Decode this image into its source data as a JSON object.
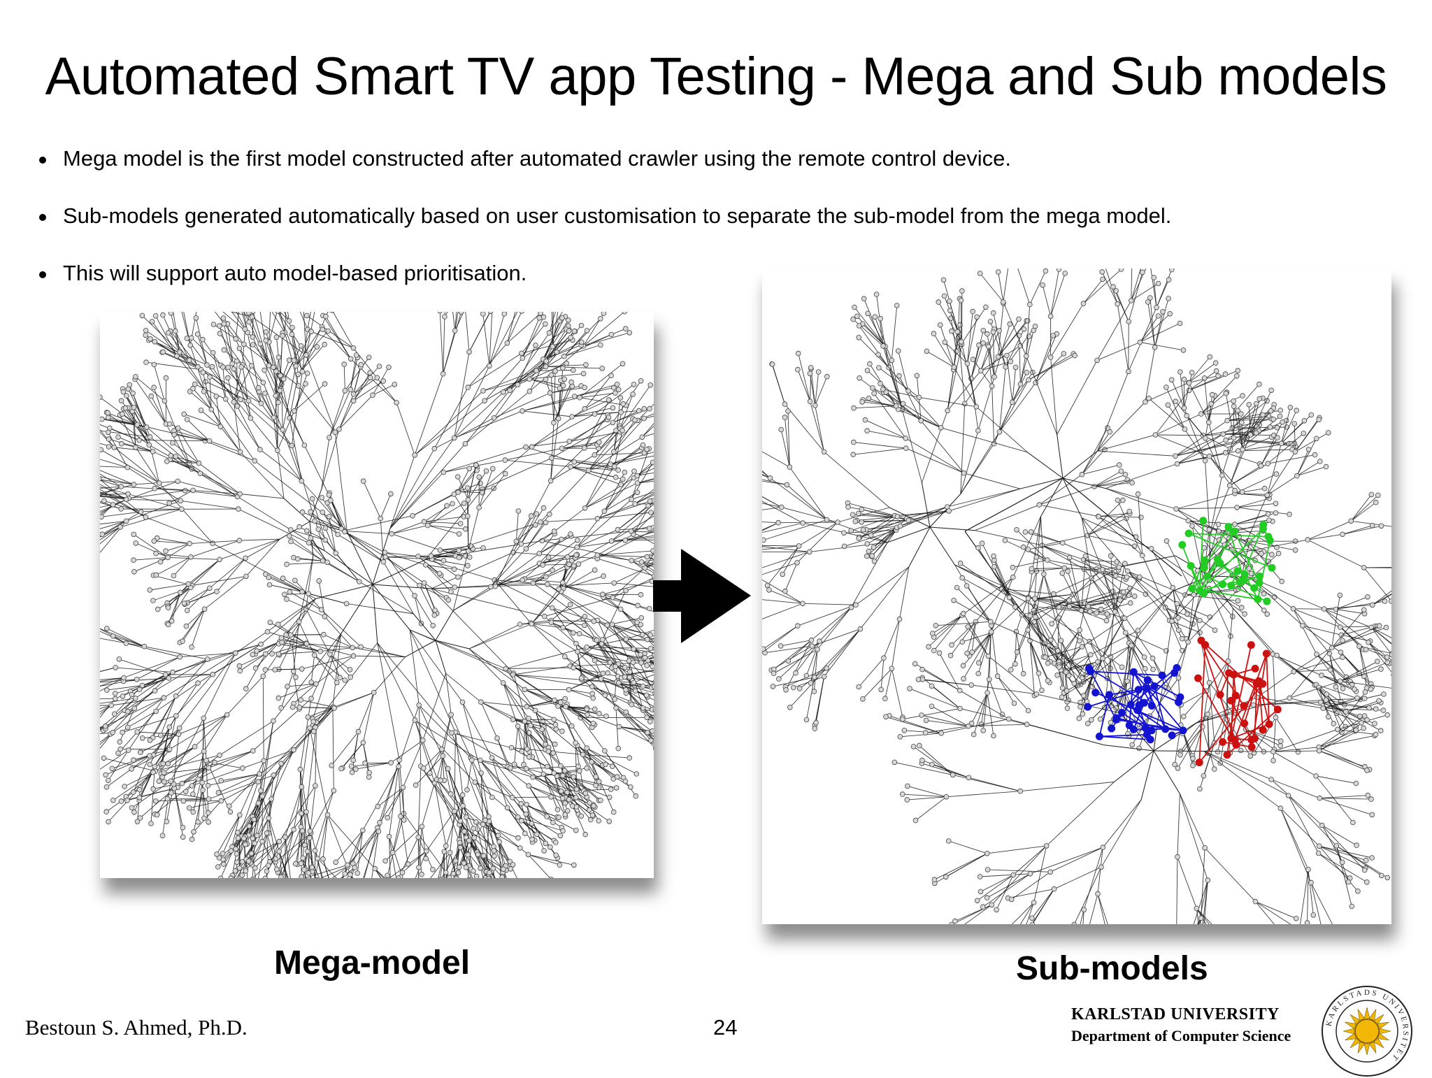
{
  "slide": {
    "title": "Automated Smart TV app Testing - Mega and Sub models",
    "bullets": [
      "Mega model is the first model constructed after automated crawler using the remote control device.",
      "Sub-models generated automatically based on user customisation to separate the sub-model from the mega model.",
      "This will support auto model-based prioritisation."
    ],
    "captions": {
      "mega": "Mega-model",
      "sub": "Sub-models"
    },
    "footer": {
      "author": "Bestoun S. Ahmed, Ph.D.",
      "page_number": "24",
      "university": "KARLSTAD UNIVERSITY",
      "department": "Department of Computer Science",
      "seal_text": "KARLSTADS UNIVERSITET"
    }
  },
  "colors": {
    "edge": "#1a1a1a",
    "node_fill": "#d8d8d8",
    "submodel_green": "#22cc22",
    "submodel_blue": "#1414d0",
    "submodel_red": "#cc1111",
    "seal_gold": "#f2b705"
  },
  "icons": {
    "arrow": "arrow-right-icon",
    "seal": "university-seal-icon"
  }
}
